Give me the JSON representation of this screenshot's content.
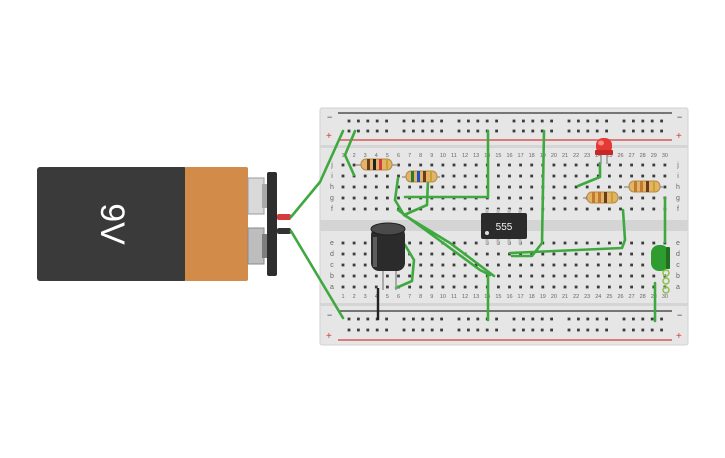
{
  "battery": {
    "label": "9V",
    "colors": {
      "body": "#3a3a3a",
      "band": "#d38b4a",
      "terminal": "#cfcfcf",
      "clip": "#2e2e2e"
    }
  },
  "breadboard": {
    "columns": 30,
    "rows_top": [
      "j",
      "i",
      "h",
      "g",
      "f"
    ],
    "rows_bottom": [
      "e",
      "d",
      "c",
      "b",
      "a"
    ],
    "rail_plus": "+",
    "rail_minus": "−",
    "colors": {
      "board": "#e6e6e6",
      "hole": "#3c3c3c",
      "rail_red": "#d43c3c",
      "rail_dark": "#333333"
    }
  },
  "ic": {
    "label": "555"
  },
  "wire_color": "#3fa83f",
  "led_red": "#e53935",
  "led_green": "#2e9c2e"
}
